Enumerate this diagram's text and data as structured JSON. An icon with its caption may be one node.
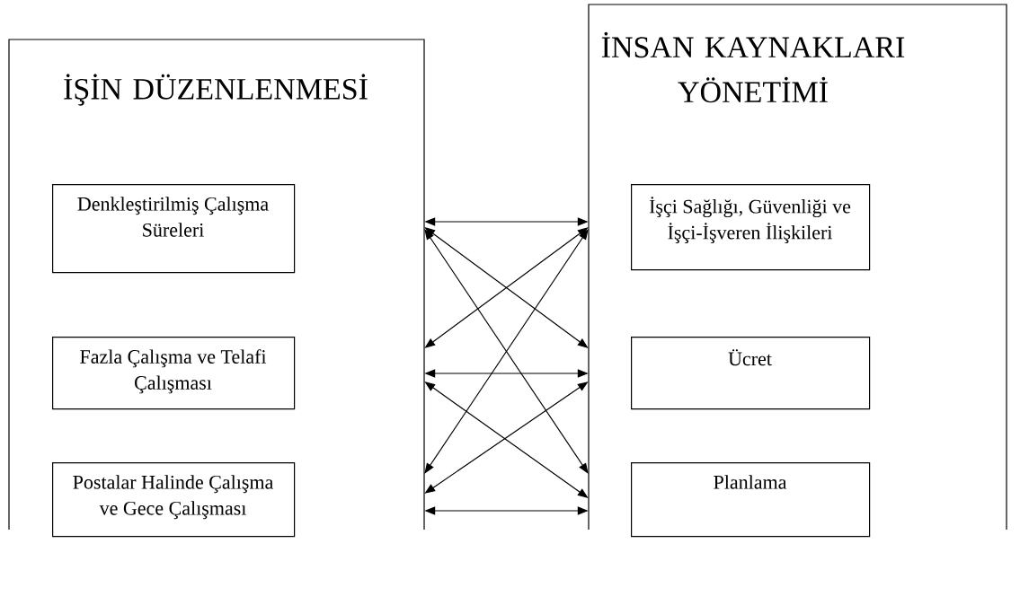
{
  "diagram": {
    "nodes": [
      {
        "text": [
          "İŞİN DÜZENLENMESİ"
        ]
      },
      {
        "text": [
          "Denkleştirilmiş Çalışma Süreleri"
        ],
        "in": 0
      },
      {
        "text": [
          "Fazla Çalışma ve Telafi Çalışması"
        ],
        "in": 0
      },
      {
        "text": [
          "Postalar Halinde Çalışma ve Gece Çalışması"
        ],
        "in": 0
      },
      {
        "text": [
          "İNSAN KAYNAKLARI YÖNETİMİ"
        ]
      },
      {
        "text": [
          "İşçi Sağlığı, Güvenliği ve İşçi-İşveren İlişkileri"
        ],
        "in": 4
      },
      {
        "text": [
          "Ücret"
        ],
        "in": 4
      },
      {
        "text": [
          "Planlama"
        ],
        "in": 4
      }
    ],
    "edges": [
      {
        "from": 0,
        "to": 4,
        "arrow": "both"
      },
      {
        "from": 0,
        "to": 4,
        "arrow": "both"
      },
      {
        "from": 0,
        "to": 4,
        "arrow": "both"
      },
      {
        "from": 0,
        "to": 4,
        "arrow": "both"
      },
      {
        "from": 0,
        "to": 4,
        "arrow": "both"
      },
      {
        "from": 0,
        "to": 4,
        "arrow": "both"
      },
      {
        "from": 0,
        "to": 4,
        "arrow": "both"
      },
      {
        "from": 0,
        "to": 4,
        "arrow": "both"
      },
      {
        "from": 0,
        "to": 4,
        "arrow": "both"
      }
    ]
  }
}
